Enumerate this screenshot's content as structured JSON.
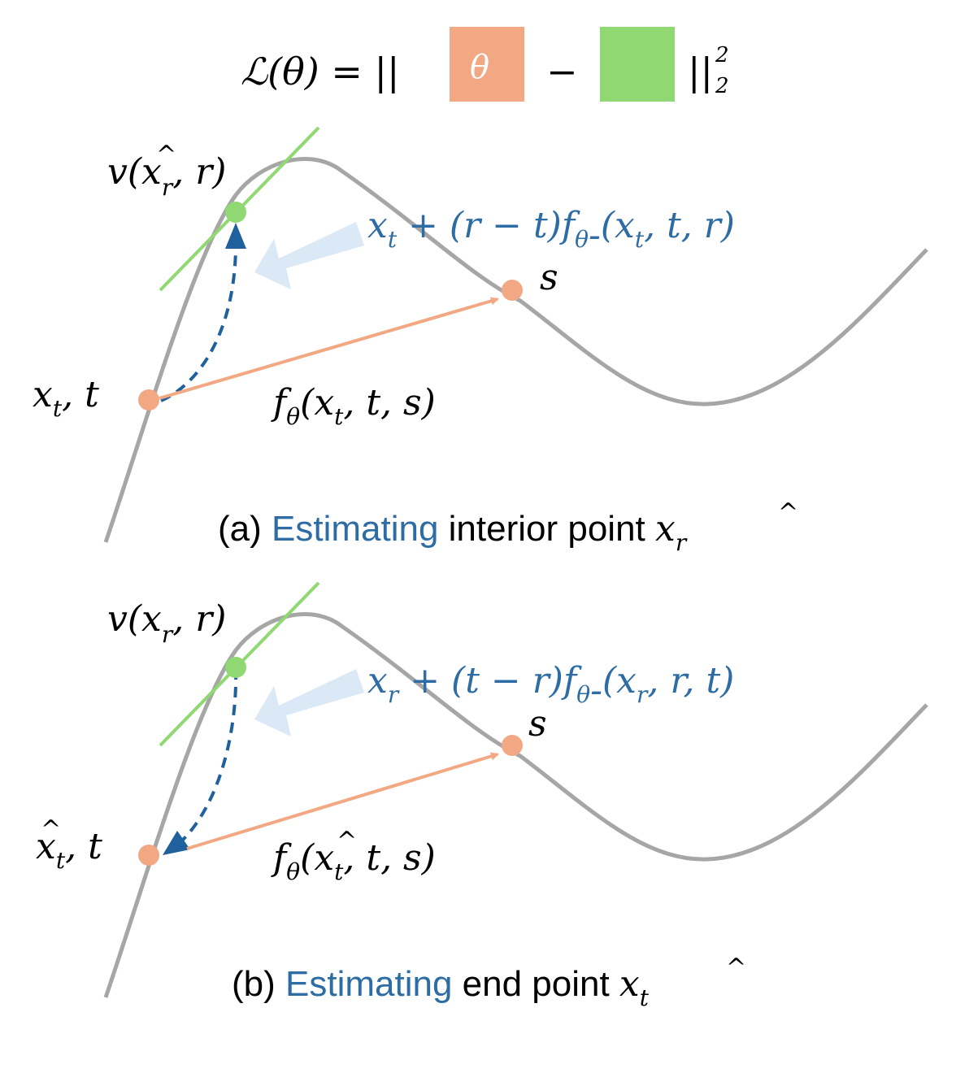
{
  "loss": {
    "lhs": "ℒ(θ) = ||",
    "theta": "θ",
    "minus": "−",
    "close": "||",
    "sup": "2",
    "sub": "2"
  },
  "panel_a": {
    "tangent_label": {
      "v": "v(",
      "xhat": "x",
      "hat": "^",
      "sub_r": "r",
      "rest": ", r)"
    },
    "blue_expr": {
      "x": "x",
      "sub_t": "t",
      "middle": " + (r − t)f",
      "sub_theta": "θ",
      "dash": "-",
      "args_open": "(x",
      "args_sub": "t",
      "args_rest": ", t, r)"
    },
    "s_label": "s",
    "start_label": {
      "x": "x",
      "sub_t": "t",
      "rest": ", t"
    },
    "f_label": {
      "f": "f",
      "sub_theta": "θ",
      "open": "(x",
      "sub_t": "t",
      "rest": ", t, s)"
    },
    "caption": {
      "prefix": "(a) ",
      "highlight": "Estimating",
      "suffix": " interior point ",
      "var": "x",
      "var_sub": "r"
    }
  },
  "panel_b": {
    "tangent_label": {
      "v": "v(x",
      "sub_r": "r",
      "rest": ", r)"
    },
    "blue_expr": {
      "x": "x",
      "sub_r": "r",
      "middle": " + (t − r)f",
      "sub_theta": "θ",
      "dash": "-",
      "args_open": "(x",
      "args_sub": "r",
      "args_rest": ", r, t)"
    },
    "s_label": "s",
    "start_label": {
      "x": "x",
      "sub_t": "t",
      "rest": ", t"
    },
    "f_label": {
      "f": "f",
      "sub_theta": "θ",
      "open": "(",
      "x": "x",
      "sub_t": "t",
      "rest": ", t, s)"
    },
    "caption": {
      "prefix": "(b) ",
      "highlight": "Estimating",
      "suffix": " end point ",
      "var": "x",
      "var_sub": "t"
    }
  },
  "colors": {
    "curve": "#a6a6a6",
    "orange": "#f2a883",
    "green": "#8fd872",
    "blue": "#2e6ca4",
    "dark_blue": "#20609c",
    "light_blue": "#dbe8f6",
    "black": "#000000"
  }
}
